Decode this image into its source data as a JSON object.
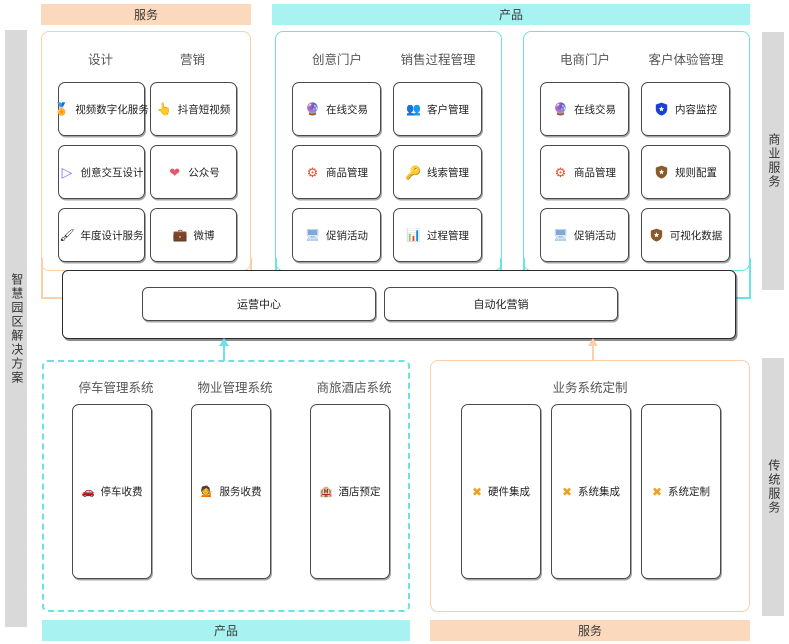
{
  "left_rail": {
    "label": "智慧园区解决方案"
  },
  "right_rails": [
    {
      "label": "商业服务"
    },
    {
      "label": "传统服务"
    }
  ],
  "top_banners": [
    {
      "label": "服务",
      "color": "#fbd9bc"
    },
    {
      "label": "产品",
      "color": "#a9f2f2"
    }
  ],
  "bottom_banners": [
    {
      "label": "产品",
      "color": "#a9f2f2"
    },
    {
      "label": "服务",
      "color": "#fbd9bc"
    }
  ],
  "groups": {
    "design_marketing": {
      "columns": [
        {
          "title": "设计",
          "items": [
            {
              "label": "视频数字化服务",
              "icon": "medal-icon",
              "glyph": "🏅"
            },
            {
              "label": "创意交互设计",
              "icon": "play-arrow-icon",
              "glyph": "▷"
            },
            {
              "label": "年度设计服务",
              "icon": "brush-icon",
              "glyph": "🖌"
            }
          ]
        },
        {
          "title": "营销",
          "items": [
            {
              "label": "抖音短视频",
              "icon": "pointing-hand-icon",
              "glyph": "👆"
            },
            {
              "label": "公众号",
              "icon": "heart-icon",
              "glyph": "❤"
            },
            {
              "label": "微博",
              "icon": "briefcase-icon",
              "glyph": "💼"
            }
          ]
        }
      ]
    },
    "creative_sales": {
      "columns": [
        {
          "title": "创意门户",
          "items": [
            {
              "label": "在线交易",
              "icon": "globe-icon",
              "glyph": "🔮"
            },
            {
              "label": "商品管理",
              "icon": "gears-icon",
              "glyph": "⚙"
            },
            {
              "label": "促销活动",
              "icon": "monitor-icon",
              "glyph": "🖥"
            }
          ]
        },
        {
          "title": "销售过程管理",
          "items": [
            {
              "label": "客户管理",
              "icon": "users-icon",
              "glyph": "👥"
            },
            {
              "label": "线索管理",
              "icon": "key-icon",
              "glyph": "🔑"
            },
            {
              "label": "过程管理",
              "icon": "chart-icon",
              "glyph": "📊"
            }
          ]
        }
      ]
    },
    "ecommerce_cx": {
      "columns": [
        {
          "title": "电商门户",
          "items": [
            {
              "label": "在线交易",
              "icon": "globe-icon",
              "glyph": "🔮"
            },
            {
              "label": "商品管理",
              "icon": "gears-icon",
              "glyph": "⚙"
            },
            {
              "label": "促销活动",
              "icon": "monitor-icon",
              "glyph": "🖥"
            }
          ]
        },
        {
          "title": "客户体验管理",
          "items": [
            {
              "label": "内容监控",
              "icon": "shield-blue-icon",
              "glyph": "🛡"
            },
            {
              "label": "规则配置",
              "icon": "shield-brown-icon",
              "glyph": "🛡"
            },
            {
              "label": "可视化数据",
              "icon": "shield-brown-icon",
              "glyph": "🛡"
            }
          ]
        }
      ]
    },
    "platform": {
      "bars": [
        {
          "label": "运营中心"
        },
        {
          "label": "自动化营销"
        }
      ]
    },
    "legacy_systems": {
      "columns": [
        {
          "title": "停车管理系统",
          "item": {
            "label": "停车收费",
            "icon": "parking-car-icon",
            "glyph": "🚗"
          }
        },
        {
          "title": "物业管理系统",
          "item": {
            "label": "服务收费",
            "icon": "service-agent-icon",
            "glyph": "💁"
          }
        },
        {
          "title": "商旅酒店系统",
          "item": {
            "label": "酒店预定",
            "icon": "hotel-icon",
            "glyph": "🏨"
          }
        }
      ]
    },
    "custom_systems": {
      "title": "业务系统定制",
      "items": [
        {
          "label": "硬件集成",
          "icon": "cross-tools-icon",
          "glyph": "✖"
        },
        {
          "label": "系统集成",
          "icon": "cross-tools-icon",
          "glyph": "✖"
        },
        {
          "label": "系统定制",
          "icon": "cross-tools-icon",
          "glyph": "✖"
        }
      ]
    }
  },
  "colors": {
    "orange_banner": "#fbd9bc",
    "orange_border": "#fbcfa8",
    "cyan_banner": "#a9f2f2",
    "cyan_border": "#6ce3e3",
    "rail_gray": "#d9d9d9",
    "card_border": "#4a4a4a"
  }
}
